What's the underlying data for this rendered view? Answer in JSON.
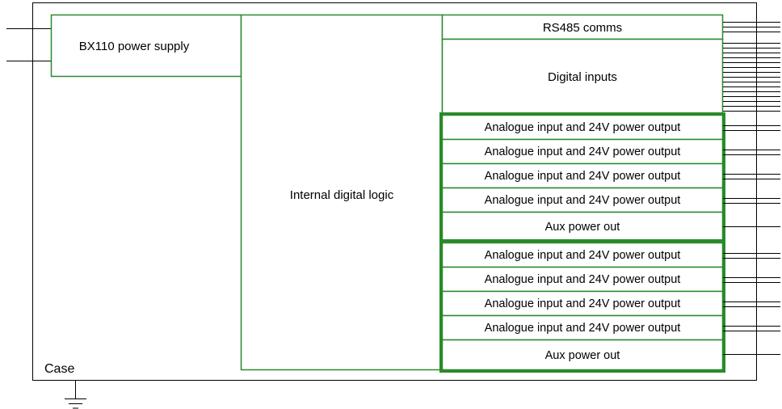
{
  "labels": {
    "power_supply": "BX110 power supply",
    "digital_logic": "Internal digital logic",
    "rs485": "RS485 comms",
    "digital_inputs": "Digital inputs",
    "case": "Case"
  },
  "groups": [
    {
      "modules": [
        "Analogue input and 24V power output",
        "Analogue input and 24V power output",
        "Analogue input and 24V power output",
        "Analogue input and 24V power output"
      ],
      "aux": "Aux power out"
    },
    {
      "modules": [
        "Analogue input and 24V power output",
        "Analogue input and 24V power output",
        "Analogue input and 24V power output",
        "Analogue input and 24V power output"
      ],
      "aux": "Aux power out"
    }
  ],
  "colors": {
    "block_outline": "#2a8a2a",
    "case_outline": "#000000",
    "wire": "#000000"
  },
  "icons": {
    "ground": "ground-symbol-icon"
  }
}
